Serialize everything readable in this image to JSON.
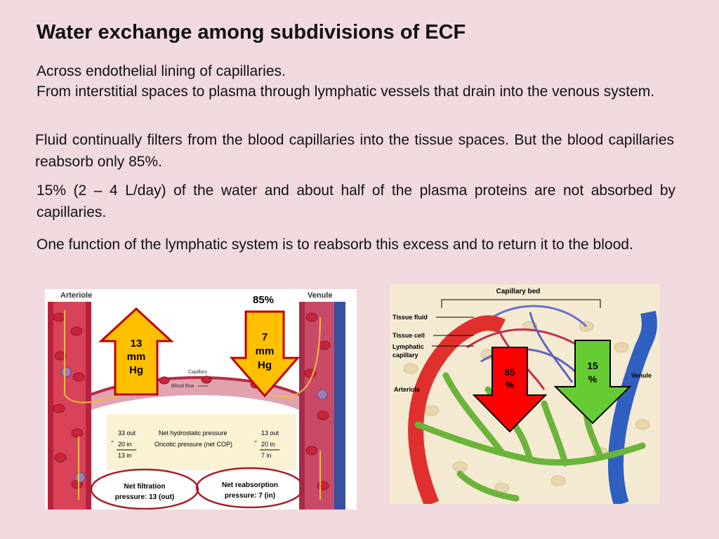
{
  "slide": {
    "title": "Water exchange among subdivisions of ECF",
    "line1": "Across endothelial lining of capillaries.",
    "line2": "From interstitial spaces to plasma through lymphatic vessels that drain into the venous system.",
    "para2": "Fluid continually filters from the blood capillaries into the tissue spaces. But the blood capillaries reabsorb only 85%.",
    "para3": "15% (2 – 4 L/day) of the water and about half of the plasma proteins are not absorbed by capillaries.",
    "para4": "One function of the lymphatic system is to reabsorb this excess and to return it to the blood."
  },
  "left_diagram": {
    "arteriole": "Arteriole",
    "venule": "Venule",
    "pct_top": "85%",
    "arrow_up_l1": "13",
    "arrow_up_l2": "mm",
    "arrow_up_l3": "Hg",
    "arrow_down_l1": "7",
    "arrow_down_l2": "mm",
    "arrow_down_l3": "Hg",
    "capillary": "Capillary",
    "blood_flow": "Blood flow",
    "row1_left": "33 out",
    "row1_mid": "Net hydrostatic pressure",
    "row1_right": "13 out",
    "row2_left": "20 in",
    "row2_mid": "Oncotic pressure (net COP)",
    "row2_right": "20 in",
    "row3_left": "13 in",
    "row3_right": "7 in",
    "minus_left": "-",
    "minus_right": "-",
    "filtration_l1": "Net filtration",
    "filtration_l2": "pressure: 13 (out)",
    "reabsorption_l1": "Net reabsorption",
    "reabsorption_l2": "pressure: 7 (in)",
    "colors": {
      "red_arrow": "#ff0000",
      "yellow_arrow": "#ffc000",
      "green_arrow": "#66cc33"
    }
  },
  "right_diagram": {
    "capillary_bed": "Capillary bed",
    "tissue_fluid": "Tissue fluid",
    "tissue_cell": "Tissue cell",
    "lymphatic_l1": "Lymphatic",
    "lymphatic_l2": "capillary",
    "arteriole": "Arteriole",
    "venule": "Venule",
    "red_l1": "85",
    "red_l2": "%",
    "green_l1": "15",
    "green_l2": "%"
  }
}
